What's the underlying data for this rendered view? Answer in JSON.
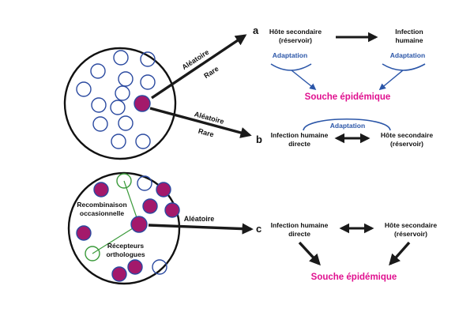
{
  "colors": {
    "magenta_fill": "#a3196b",
    "circle_outline": "#2b4aa0",
    "recombination_outline": "#3a9a3a",
    "adaptation_blue": "#2b56a8",
    "epidemic_pink": "#e0108f",
    "arrow": "#1a1a1a"
  },
  "top_population": {
    "arrow_upper_labels": [
      "Aléatoire",
      "Rare"
    ],
    "arrow_lower_labels": [
      "Aléatoire",
      "Rare"
    ]
  },
  "bottom_population": {
    "recombination_label": [
      "Recombinaison",
      "occasionnelle"
    ],
    "receptors_label": [
      "Récepteurs",
      "orthologues"
    ],
    "arrow_label": "Aléatoire"
  },
  "scenario_a": {
    "letter": "a",
    "secondary_host": [
      "Hôte secondaire",
      "(réservoir)"
    ],
    "human_infection": [
      "Infection",
      "humaine"
    ],
    "adaptation_left": "Adaptation",
    "adaptation_right": "Adaptation",
    "epidemic": "Souche épidémique"
  },
  "scenario_b": {
    "letter": "b",
    "adaptation": "Adaptation",
    "direct_infection": [
      "Infection humaine",
      "directe"
    ],
    "secondary_host": [
      "Hôte secondaire",
      "(réservoir)"
    ]
  },
  "scenario_c": {
    "letter": "c",
    "direct_infection": [
      "Infection humaine",
      "directe"
    ],
    "secondary_host": [
      "Hôte secondaire",
      "(réservoir)"
    ],
    "epidemic": "Souche épidémique"
  }
}
